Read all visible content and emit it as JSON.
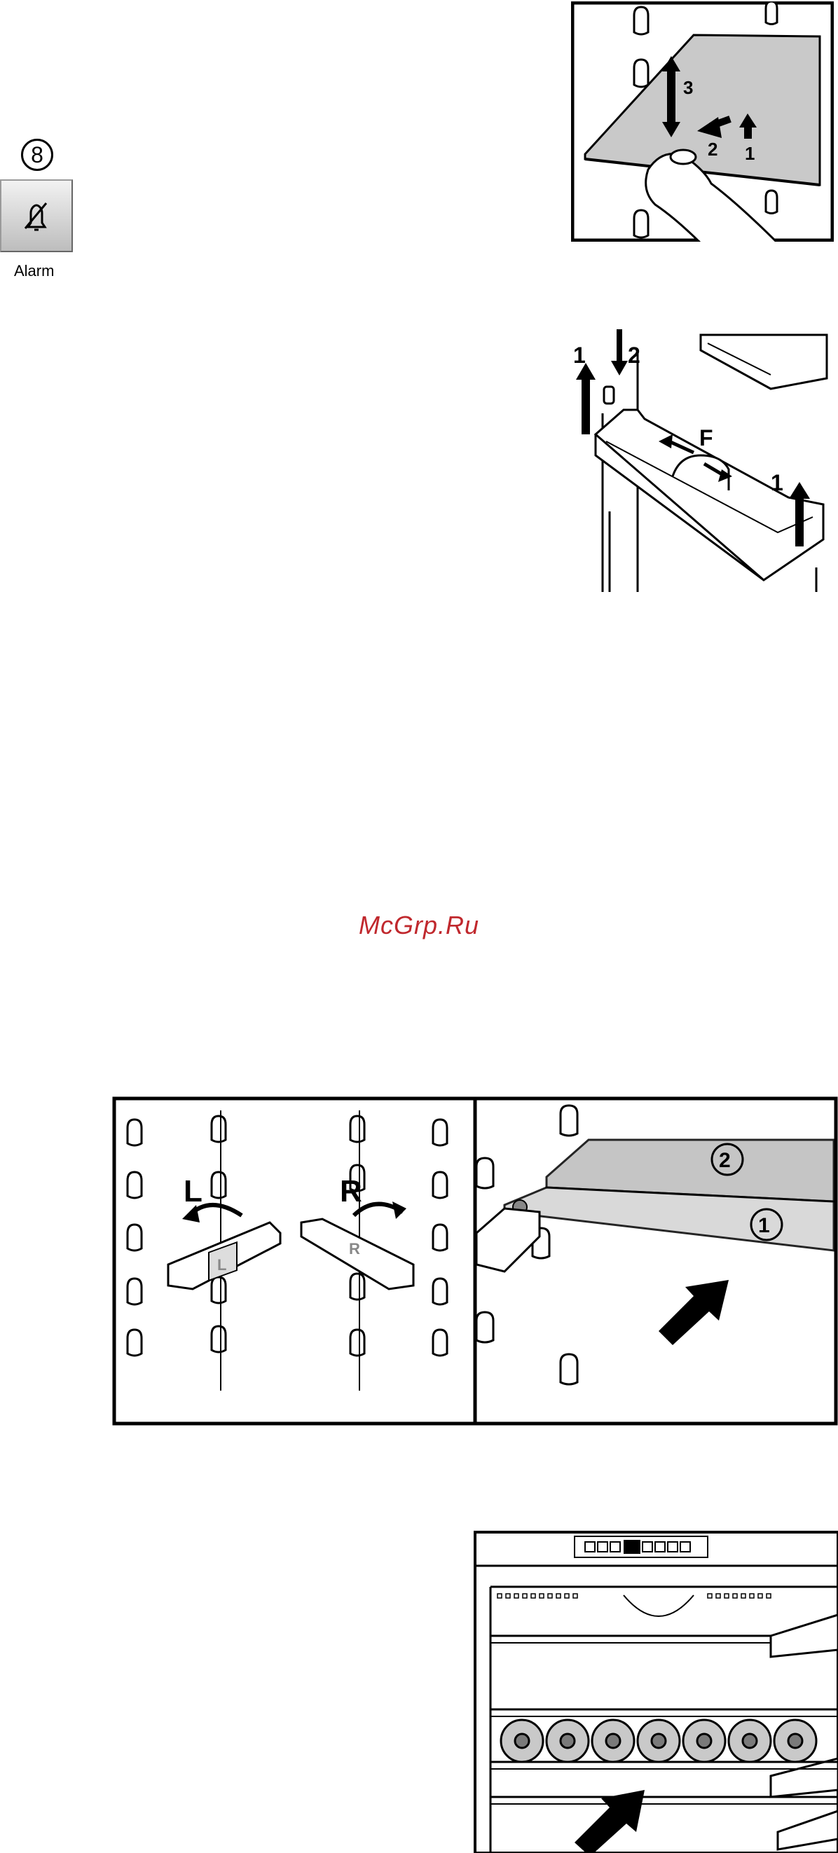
{
  "control": {
    "number": "8",
    "label": "Alarm",
    "icon": "bell-off-icon"
  },
  "watermark": "McGrp.Ru",
  "figure_shelf_removal": {
    "step1": "1",
    "step2": "2",
    "step3": "3"
  },
  "figure_door_rack": {
    "step1": "1",
    "step2": "2",
    "step1b": "1",
    "force": "F"
  },
  "figure_shelf_supports": {
    "left": "L",
    "right": "R",
    "left_mark": "L",
    "right_mark": "R",
    "pos1": "1",
    "pos2": "2"
  }
}
